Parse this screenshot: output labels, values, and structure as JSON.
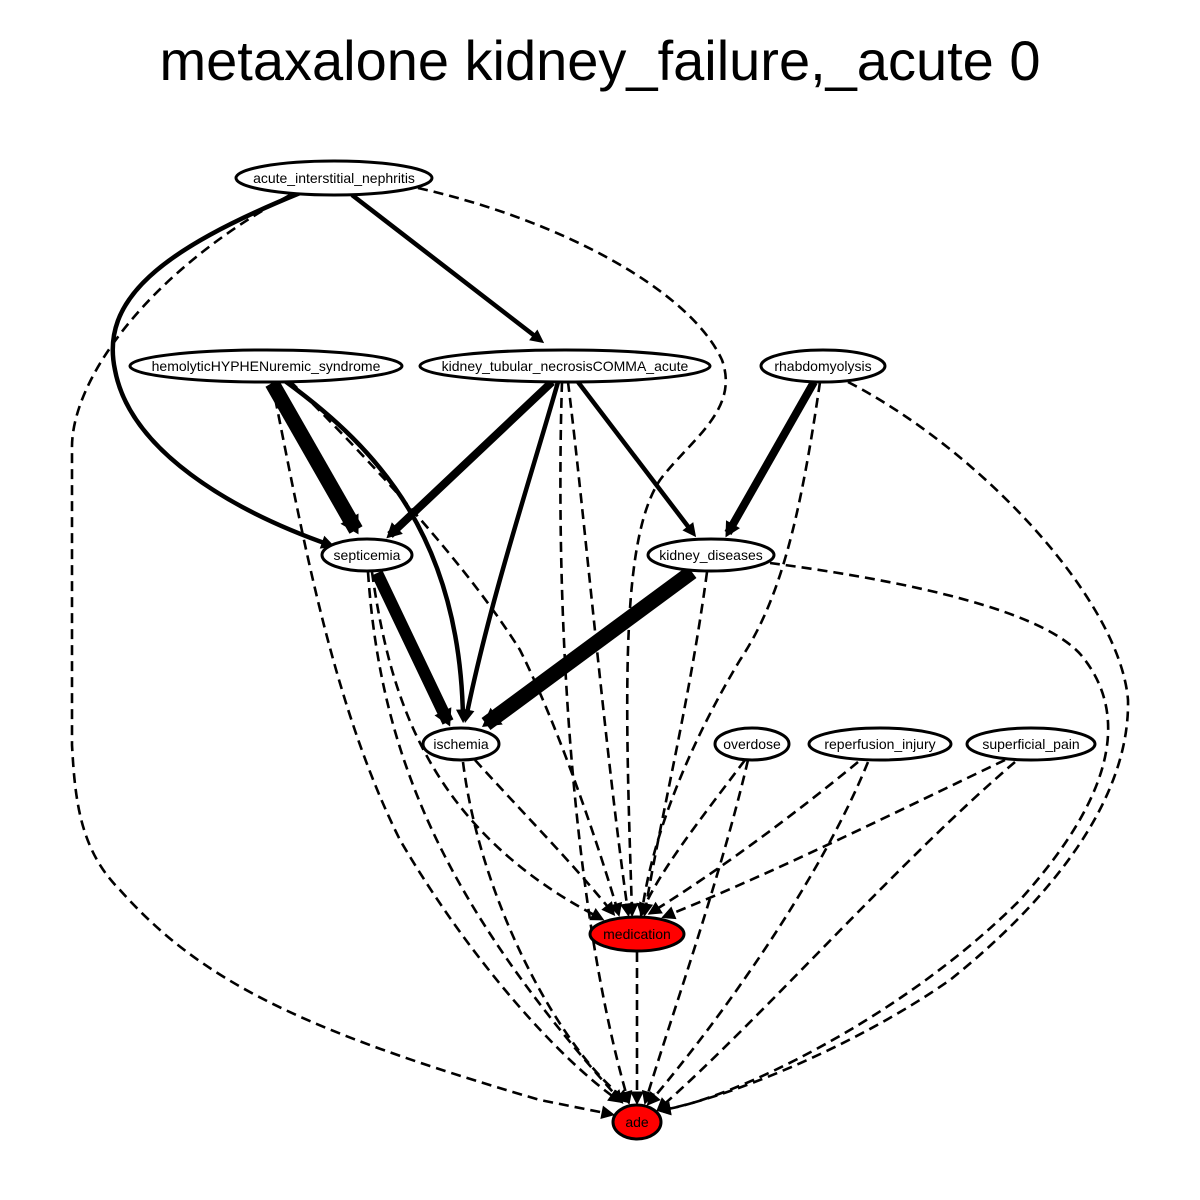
{
  "title": "metaxalone kidney_failure,_acute 0",
  "colors": {
    "outcome": "#ff0000",
    "node_fill": "#ffffff",
    "edge": "#000000"
  },
  "nodes": [
    {
      "id": "acute_interstitial_nephritis",
      "label": "acute_interstitial_nephritis"
    },
    {
      "id": "hus",
      "label": "hemolyticHYPHENuremic_syndrome"
    },
    {
      "id": "ktn",
      "label": "kidney_tubular_necrosisCOMMA_acute"
    },
    {
      "id": "rhabdomyolysis",
      "label": "rhabdomyolysis"
    },
    {
      "id": "septicemia",
      "label": "septicemia"
    },
    {
      "id": "kidney_diseases",
      "label": "kidney_diseases"
    },
    {
      "id": "ischemia",
      "label": "ischemia"
    },
    {
      "id": "overdose",
      "label": "overdose"
    },
    {
      "id": "reperfusion_injury",
      "label": "reperfusion_injury"
    },
    {
      "id": "superficial_pain",
      "label": "superficial_pain"
    },
    {
      "id": "medication",
      "label": "medication",
      "highlight": true
    },
    {
      "id": "ade",
      "label": "ade",
      "highlight": true
    }
  ],
  "edges": [
    {
      "source": "acute_interstitial_nephritis",
      "target": "ktn",
      "style": "solid",
      "weight": 1
    },
    {
      "source": "acute_interstitial_nephritis",
      "target": "septicemia",
      "style": "solid",
      "weight": 1
    },
    {
      "source": "acute_interstitial_nephritis",
      "target": "medication",
      "style": "dashed"
    },
    {
      "source": "acute_interstitial_nephritis",
      "target": "ade",
      "style": "dashed"
    },
    {
      "source": "hus",
      "target": "septicemia",
      "style": "solid",
      "weight": 4
    },
    {
      "source": "hus",
      "target": "ischemia",
      "style": "solid",
      "weight": 1
    },
    {
      "source": "hus",
      "target": "medication",
      "style": "dashed"
    },
    {
      "source": "hus",
      "target": "ade",
      "style": "dashed"
    },
    {
      "source": "ktn",
      "target": "septicemia",
      "style": "solid",
      "weight": 2
    },
    {
      "source": "ktn",
      "target": "ischemia",
      "style": "solid",
      "weight": 1
    },
    {
      "source": "ktn",
      "target": "kidney_diseases",
      "style": "solid",
      "weight": 1
    },
    {
      "source": "ktn",
      "target": "medication",
      "style": "dashed"
    },
    {
      "source": "ktn",
      "target": "ade",
      "style": "dashed"
    },
    {
      "source": "rhabdomyolysis",
      "target": "kidney_diseases",
      "style": "solid",
      "weight": 2
    },
    {
      "source": "rhabdomyolysis",
      "target": "medication",
      "style": "dashed"
    },
    {
      "source": "rhabdomyolysis",
      "target": "ade",
      "style": "dashed"
    },
    {
      "source": "septicemia",
      "target": "ischemia",
      "style": "solid",
      "weight": 3
    },
    {
      "source": "septicemia",
      "target": "medication",
      "style": "dashed"
    },
    {
      "source": "septicemia",
      "target": "ade",
      "style": "dashed"
    },
    {
      "source": "kidney_diseases",
      "target": "ischemia",
      "style": "solid",
      "weight": 4
    },
    {
      "source": "kidney_diseases",
      "target": "medication",
      "style": "dashed"
    },
    {
      "source": "kidney_diseases",
      "target": "ade",
      "style": "dashed"
    },
    {
      "source": "ischemia",
      "target": "medication",
      "style": "dashed"
    },
    {
      "source": "ischemia",
      "target": "ade",
      "style": "dashed"
    },
    {
      "source": "overdose",
      "target": "medication",
      "style": "dashed"
    },
    {
      "source": "overdose",
      "target": "ade",
      "style": "dashed"
    },
    {
      "source": "reperfusion_injury",
      "target": "medication",
      "style": "dashed"
    },
    {
      "source": "reperfusion_injury",
      "target": "ade",
      "style": "dashed"
    },
    {
      "source": "superficial_pain",
      "target": "medication",
      "style": "dashed"
    },
    {
      "source": "superficial_pain",
      "target": "ade",
      "style": "dashed"
    },
    {
      "source": "medication",
      "target": "ade",
      "style": "dashed"
    }
  ]
}
